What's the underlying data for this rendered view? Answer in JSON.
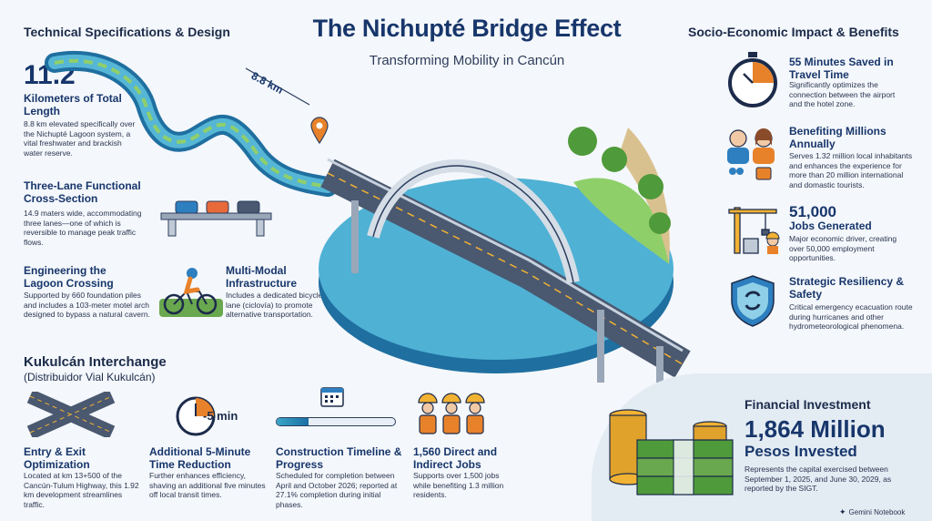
{
  "header": {
    "title": "The Nichupté Bridge Effect",
    "subtitle": "Transforming Mobility in Cancún"
  },
  "left": {
    "section_title": "Technical Specifications & Design",
    "length": {
      "number": "11.2",
      "title": "Kilometers of Total Length",
      "desc": "8.8 km elevated specifically over the Nichupté Lagoon system, a vital freshwater and brackish water reserve."
    },
    "section_label": "8.8 km",
    "cross_section": {
      "title": "Three-Lane Functional Cross-Section",
      "desc": "14.9 maters wide, accommodating three lanes—one of which is reversible to manage peak traffic flows."
    },
    "lagoon": {
      "title": "Engineering the Lagoon Crossing",
      "desc": "Supported by 660 foundation piles and includes a 103-meter motel arch designed to bypass a natural cavern."
    },
    "multimodal": {
      "title": "Multi-Modal Infrastructure",
      "desc": "Includes a dedicated bicycle lane (ciclovía) to promote alternative transportation."
    }
  },
  "interchange": {
    "title": "Kukulcán Interchange",
    "subtitle": "(Distribuidor Vial Kukulcán)",
    "entry": {
      "title": "Entry & Exit Optimization",
      "desc": "Located at km 13+500 of the Cancún-Tulum Highway, this 1.92 km development streamlines traffic."
    },
    "reduction": {
      "badge": "-5 min",
      "title": "Additional 5-Minute Time Reduction",
      "desc": "Further enhances efficiency, shaving an additional five minutes off local transit times."
    },
    "timeline": {
      "title": "Construction Timeline & Progress",
      "desc": "Scheduled for completion between April and October 2026; reported at 27.1% completion during initial phases.",
      "progress_percent": 27.1
    },
    "jobs": {
      "title": "1,560 Direct and Indirect Jobs",
      "desc": "Supports over 1,500 jobs while benefiting 1.3 million residents."
    }
  },
  "right": {
    "section_title": "Socio-Economic Impact & Benefits",
    "time": {
      "title": "55 Minutes Saved in Travel Time",
      "desc": "Significantly optimizes the connection between the airport and the hotel zone."
    },
    "benefit": {
      "title": "Benefiting Millions Annually",
      "desc": "Serves 1.32 million local inhabitants and enhances the experience for more than 20 million international and domastic tourists."
    },
    "jobs": {
      "number": "51,000",
      "title": "Jobs Generated",
      "desc": "Major economic driver, creating over 50,000 employment opportunities."
    },
    "resiliency": {
      "title": "Strategic Resiliency & Safety",
      "desc": "Critical emergency ecacuation route during hurricanes and other hydrometeorological phenomena."
    }
  },
  "financial": {
    "title": "Financial Investment",
    "number": "1,864 Million",
    "unit": "Pesos Invested",
    "desc": "Represents the capital exercised between September 1, 2025, and June 30, 2029, as reported by the SIGT."
  },
  "footer": {
    "brand": "Gemini Notebook"
  },
  "colors": {
    "navy": "#17366b",
    "water": "#3aa6c9",
    "road": "#4a5870",
    "orange": "#e8822a",
    "green": "#5a9b3c"
  }
}
